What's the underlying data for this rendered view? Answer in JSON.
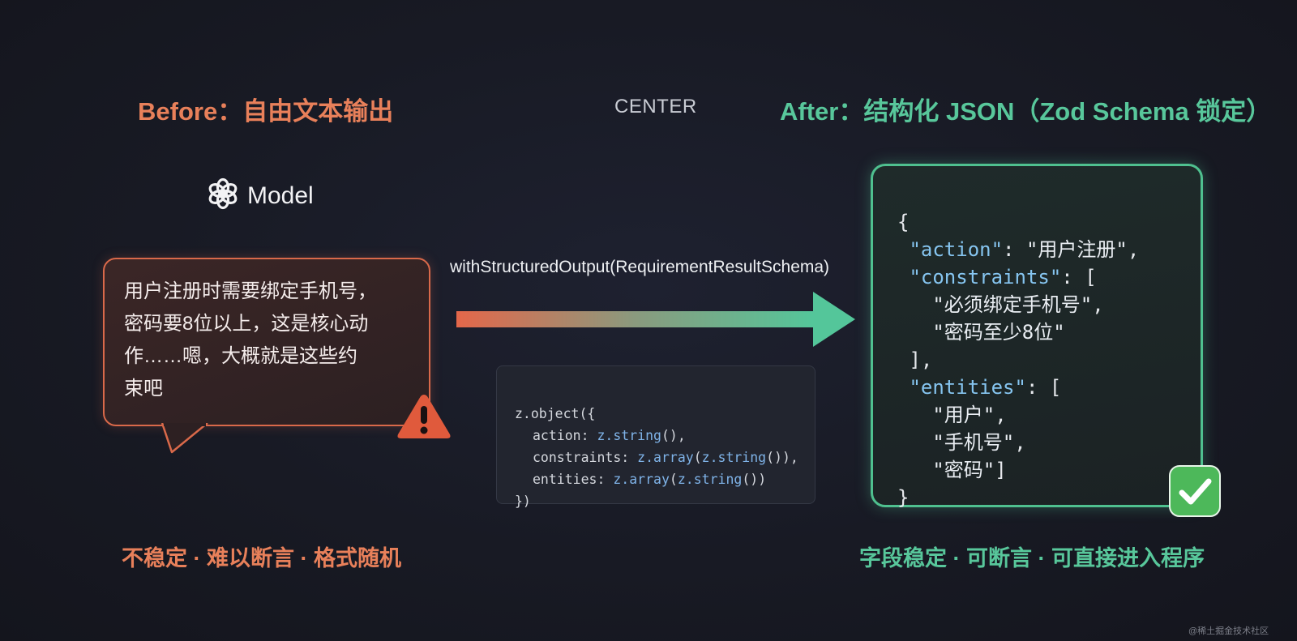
{
  "titles": {
    "before": "Before：自由文本输出",
    "center": "CENTER",
    "after": "After：结构化 JSON（Zod Schema 锁定）"
  },
  "model": {
    "label": "Model",
    "icon": "openai-logo-icon"
  },
  "before_bubble": {
    "lines": [
      "用户注册时需要绑定手机号，",
      "密码要8位以上，这是核心动",
      "作……嗯，大概就是这些约",
      "束吧"
    ],
    "icon": "warning-icon"
  },
  "transform": {
    "label": "withStructuredOutput(RequirementResultSchema)",
    "arrow_colors": [
      "#e4674a",
      "#8a9a7e",
      "#54c69a"
    ]
  },
  "schema_code": {
    "line1": {
      "obj": "z.object",
      "open": "({"
    },
    "line2": {
      "field": "action",
      "call": "z.string",
      "rest": "(),"
    },
    "line3": {
      "field": "constraints",
      "outer": "z.array",
      "inner": "z.string",
      "rest": "()),"
    },
    "line4": {
      "field": "entities",
      "outer": "z.array",
      "inner": "z.string",
      "rest": "())"
    },
    "line5": "})"
  },
  "json_output": {
    "open": "{",
    "action_key": "\"action\"",
    "action_value": "\"用户注册\"",
    "constraints_key": "\"constraints\"",
    "constraints": [
      "\"必须绑定手机号\"",
      "\"密码至少8位\""
    ],
    "constraints_close": "],",
    "entities_key": "\"entities\"",
    "entities": [
      "\"用户\"",
      "\"手机号\"",
      "\"密码\""
    ],
    "close": "}",
    "icon": "check-mark-icon"
  },
  "captions": {
    "before": "不稳定 · 难以断言 · 格式随机",
    "after": "字段稳定 · 可断言 · 可直接进入程序"
  },
  "colors": {
    "before_accent": "#e8805a",
    "after_accent": "#58c79b",
    "background": "#181a24"
  },
  "watermark": "@稀土掘金技术社区"
}
